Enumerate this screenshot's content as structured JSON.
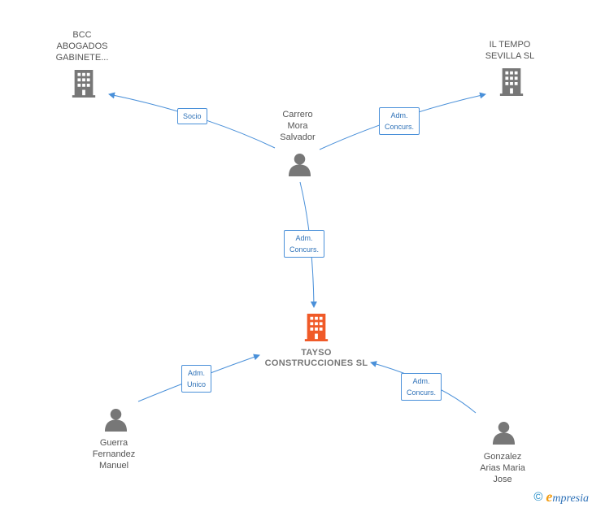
{
  "diagram": {
    "nodes": {
      "bcc": {
        "lines": [
          "BCC",
          "ABOGADOS",
          "GABINETE..."
        ],
        "type": "company"
      },
      "iltempo": {
        "lines": [
          "IL TEMPO",
          "SEVILLA SL"
        ],
        "type": "company"
      },
      "carrero": {
        "lines": [
          "Carrero",
          "Mora",
          "Salvador"
        ],
        "type": "person"
      },
      "tayso": {
        "lines": [
          "TAYSO",
          "CONSTRUCCIONES SL"
        ],
        "type": "company-main"
      },
      "guerra": {
        "lines": [
          "Guerra",
          "Fernandez",
          "Manuel"
        ],
        "type": "person"
      },
      "gonzalez": {
        "lines": [
          "Gonzalez",
          "Arias Maria",
          "Jose"
        ],
        "type": "person"
      }
    },
    "edges": {
      "socio": {
        "lines": [
          "Socio"
        ]
      },
      "adm_iltempo": {
        "lines": [
          "Adm.",
          "Concurs."
        ]
      },
      "adm_tayso": {
        "lines": [
          "Adm.",
          "Concurs."
        ]
      },
      "adm_unico": {
        "lines": [
          "Adm.",
          "Unico"
        ]
      },
      "adm_gonzalez": {
        "lines": [
          "Adm.",
          "Concurs."
        ]
      }
    },
    "colors": {
      "edge": "#4a90d9",
      "icon": "#777777",
      "main_icon": "#f05a28"
    }
  },
  "footer": {
    "copyright_symbol": "©",
    "brand_initial": "e",
    "brand_rest": "mpresia"
  }
}
